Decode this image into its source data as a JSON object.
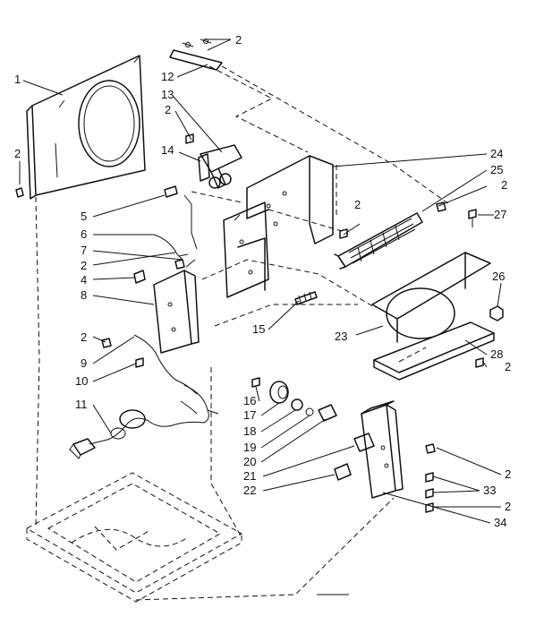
{
  "diagram": {
    "callouts": [
      {
        "id": "c1",
        "text": "1"
      },
      {
        "id": "c2a",
        "text": "2"
      },
      {
        "id": "c2b",
        "text": "2"
      },
      {
        "id": "c2c",
        "text": "2"
      },
      {
        "id": "c2d",
        "text": "2"
      },
      {
        "id": "c2e",
        "text": "2"
      },
      {
        "id": "c2f",
        "text": "2"
      },
      {
        "id": "c2g",
        "text": "2"
      },
      {
        "id": "c2h",
        "text": "2"
      },
      {
        "id": "c2i",
        "text": "2"
      },
      {
        "id": "c2j",
        "text": "2"
      },
      {
        "id": "c4",
        "text": "4"
      },
      {
        "id": "c5",
        "text": "5"
      },
      {
        "id": "c6",
        "text": "6"
      },
      {
        "id": "c7",
        "text": "7"
      },
      {
        "id": "c8",
        "text": "8"
      },
      {
        "id": "c9",
        "text": "9"
      },
      {
        "id": "c10",
        "text": "10"
      },
      {
        "id": "c11",
        "text": "11"
      },
      {
        "id": "c12",
        "text": "12"
      },
      {
        "id": "c13",
        "text": "13"
      },
      {
        "id": "c14",
        "text": "14"
      },
      {
        "id": "c15",
        "text": "15"
      },
      {
        "id": "c16",
        "text": "16"
      },
      {
        "id": "c17",
        "text": "17"
      },
      {
        "id": "c18",
        "text": "18"
      },
      {
        "id": "c19",
        "text": "19"
      },
      {
        "id": "c20",
        "text": "20"
      },
      {
        "id": "c21",
        "text": "21"
      },
      {
        "id": "c22",
        "text": "22"
      },
      {
        "id": "c23",
        "text": "23"
      },
      {
        "id": "c24",
        "text": "24"
      },
      {
        "id": "c25",
        "text": "25"
      },
      {
        "id": "c26",
        "text": "26"
      },
      {
        "id": "c27",
        "text": "27"
      },
      {
        "id": "c28",
        "text": "28"
      },
      {
        "id": "c33",
        "text": "33"
      },
      {
        "id": "c34",
        "text": "34"
      }
    ]
  }
}
